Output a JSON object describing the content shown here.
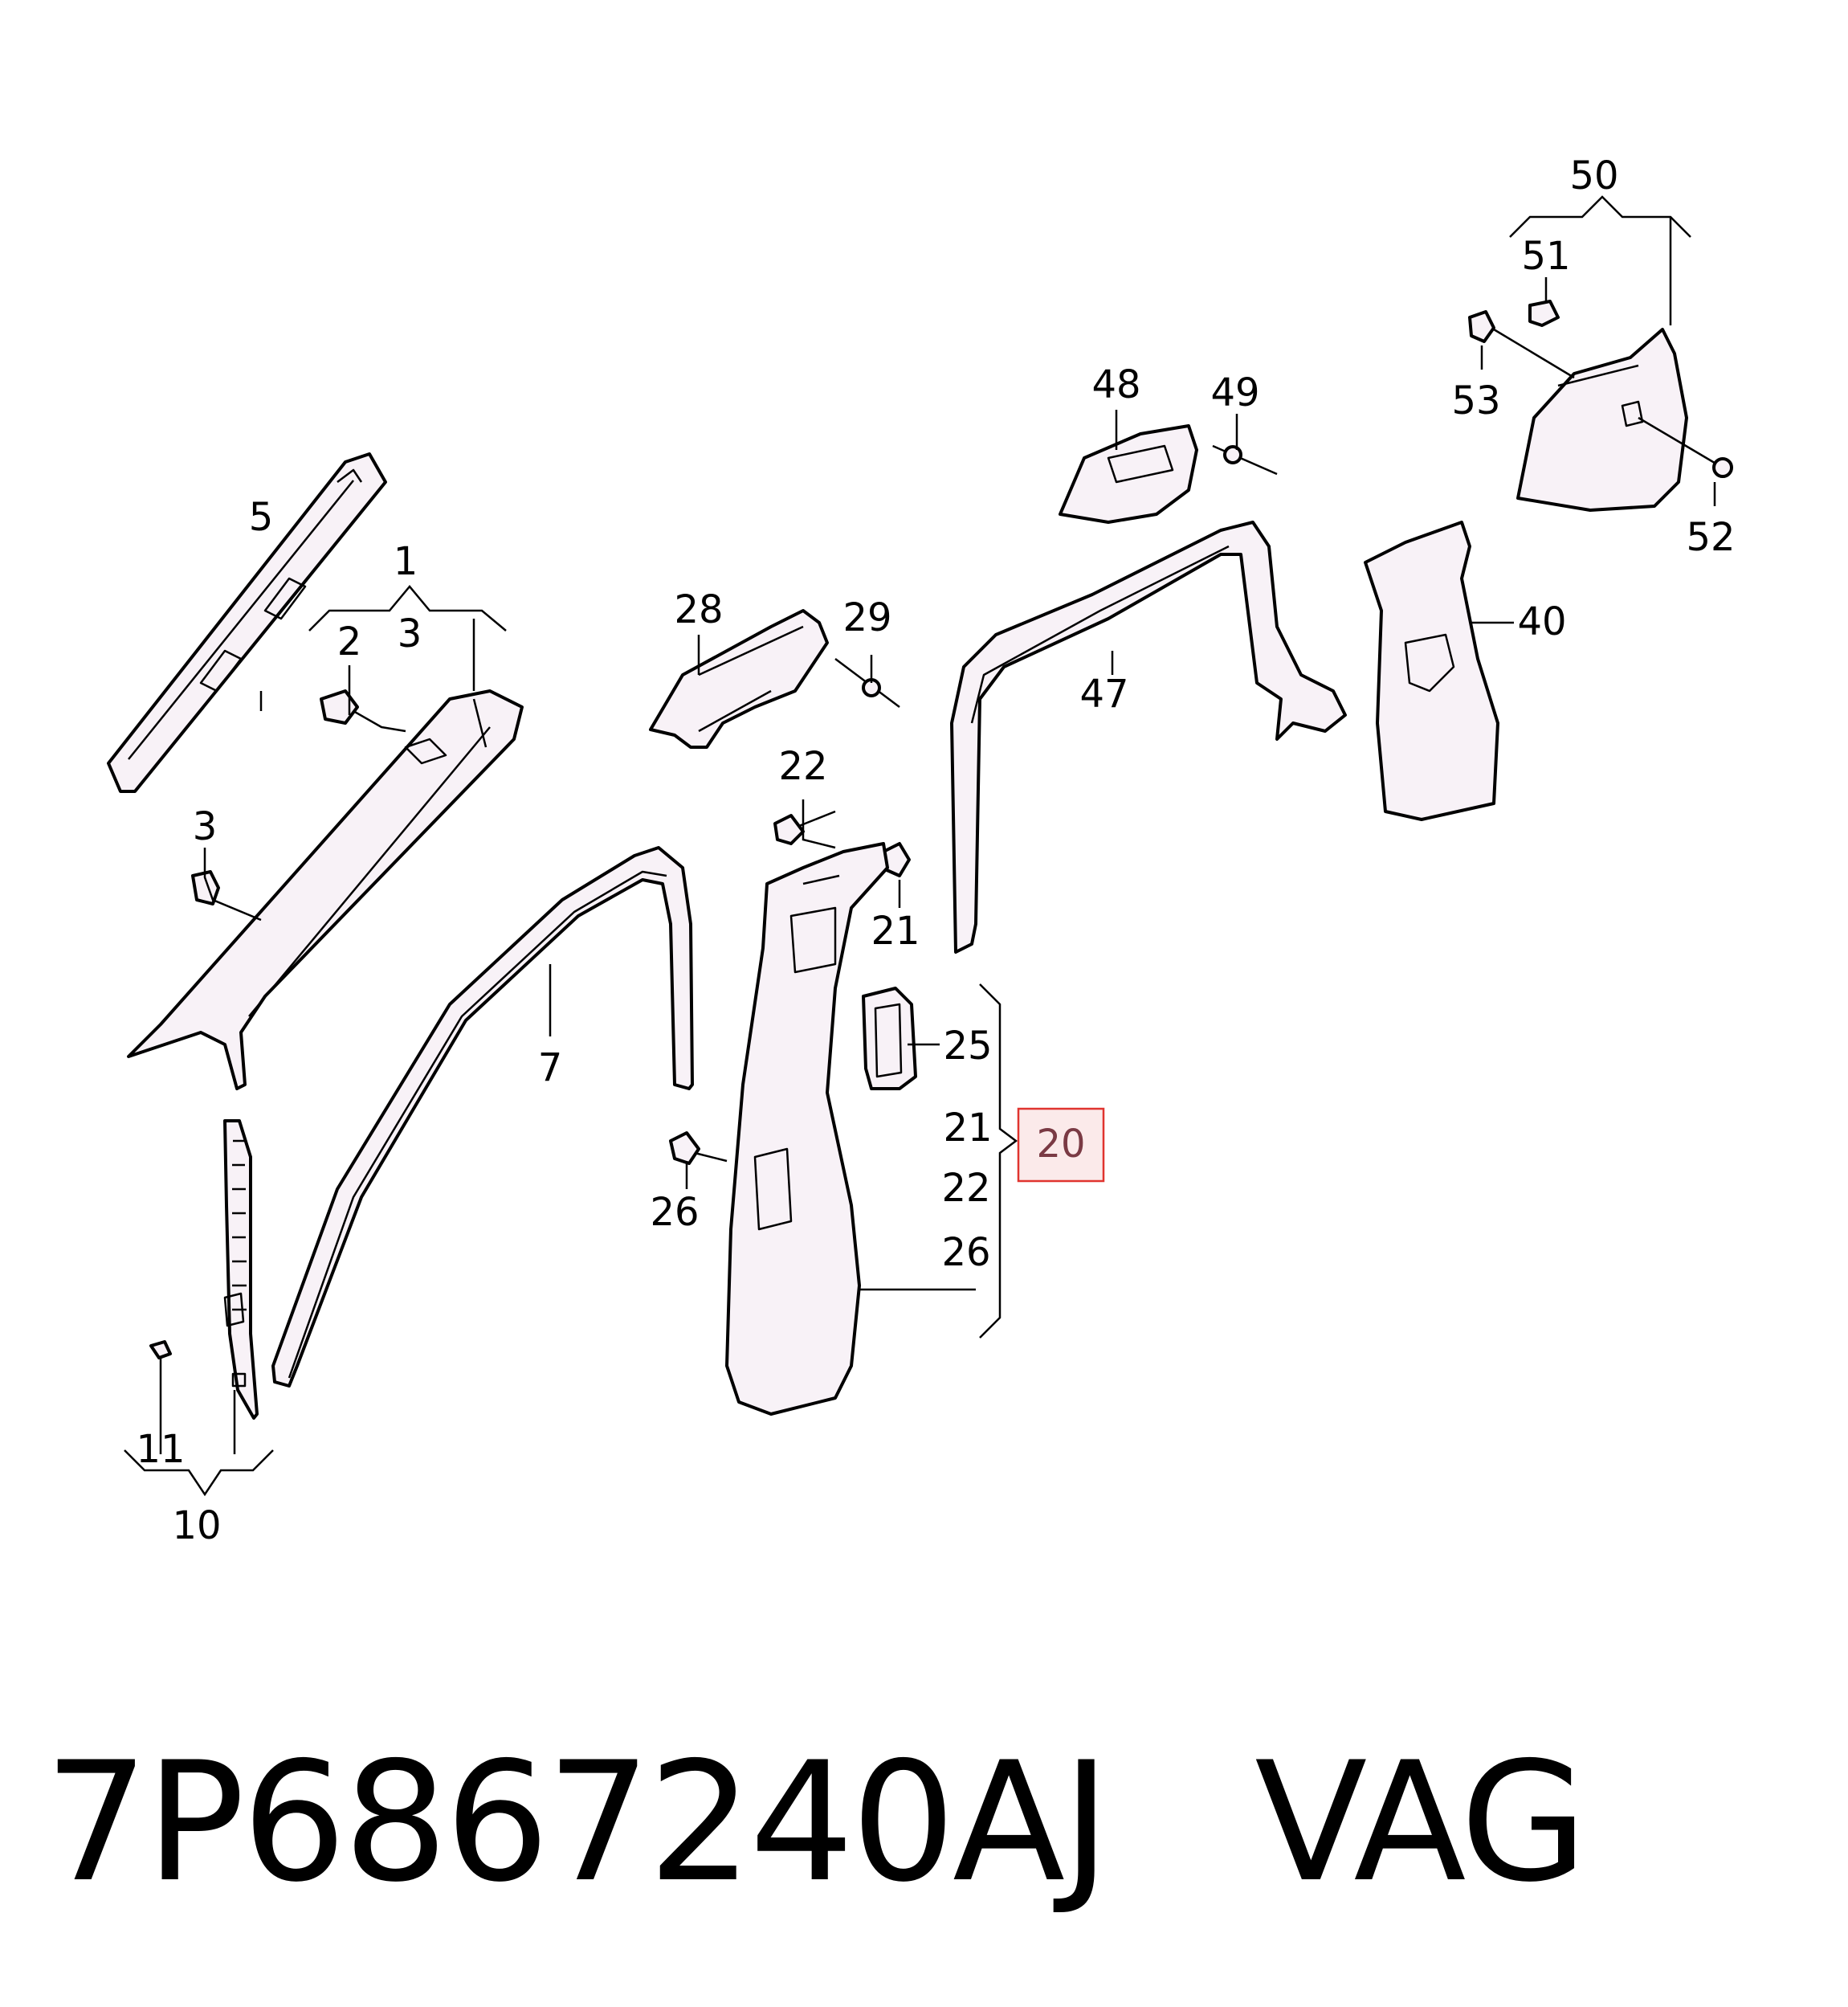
{
  "labels": {
    "l1": "1",
    "l2": "2",
    "l3a": "3",
    "l3b": "3",
    "l5": "5",
    "l7": "7",
    "l10": "10",
    "l11": "11",
    "l20": "20",
    "l21a": "21",
    "l21b": "21",
    "l22a": "22",
    "l22b": "22",
    "l25": "25",
    "l26a": "26",
    "l26b": "26",
    "l28": "28",
    "l29": "29",
    "l40": "40",
    "l47": "47",
    "l48": "48",
    "l49": "49",
    "l50": "50",
    "l51": "51",
    "l52": "52",
    "l53": "53"
  },
  "highlighted_part": "20",
  "footer": {
    "part_number": "7P6867240AJ",
    "brand": "VAG"
  },
  "colors": {
    "part_fill": "#f8f2f7",
    "highlight_border": "#e0342f",
    "highlight_fill": "#fbeaea"
  }
}
